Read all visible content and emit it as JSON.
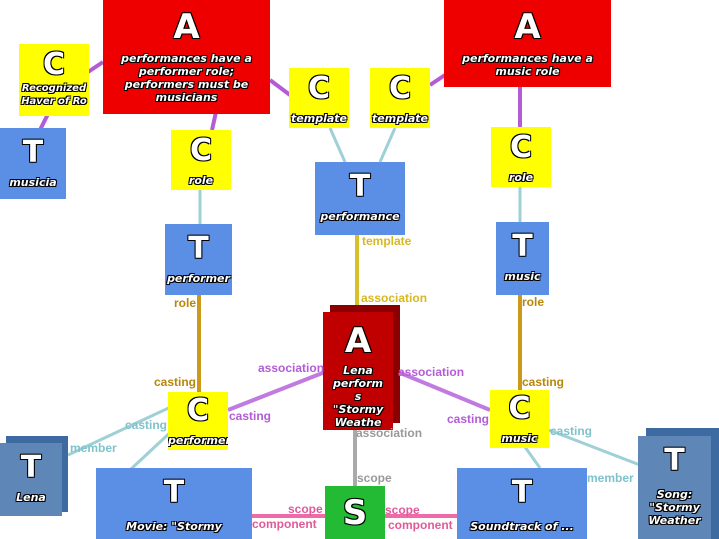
{
  "colors": {
    "association_type": "#ee0000",
    "class": "#ffff00",
    "topic": "#5b8fe6",
    "scope": "#22bb33",
    "line_purple": "#b45cd6",
    "line_teal": "#9fd0d6",
    "line_gold": "#d0a020",
    "line_pink": "#ee6aa8",
    "line_grey": "#999999"
  },
  "nodes": {
    "assoc_left": {
      "letter": "A",
      "label": "performances have a performer role; performers must be musicians"
    },
    "assoc_right": {
      "letter": "A",
      "label": "performances have a music role"
    },
    "class_recognized": {
      "letter": "C",
      "label": "Recognized",
      "label2": "Haver of Ro"
    },
    "topic_musician": {
      "letter": "T",
      "label": "musicia"
    },
    "class_template_1": {
      "letter": "C",
      "label": "template"
    },
    "class_template_2": {
      "letter": "C",
      "label": "template"
    },
    "class_role_left": {
      "letter": "C",
      "label": "role"
    },
    "class_role_right": {
      "letter": "C",
      "label": "role"
    },
    "topic_performance": {
      "letter": "T",
      "label": "performance"
    },
    "topic_performer_role": {
      "letter": "T",
      "label": "performer"
    },
    "topic_music_role": {
      "letter": "T",
      "label": "music"
    },
    "assoc_center": {
      "letter": "A",
      "label": "Lena perform s \"Stormy Weathe r\""
    },
    "class_performer": {
      "letter": "C",
      "label": "performer"
    },
    "class_music": {
      "letter": "C",
      "label": "music"
    },
    "topic_lena": {
      "letter": "T",
      "label": "Lena"
    },
    "topic_movie": {
      "letter": "T",
      "label": "Movie: \"Stormy"
    },
    "scope": {
      "letter": "S"
    },
    "topic_soundtrack": {
      "letter": "T",
      "label": "Soundtrack of ..."
    },
    "topic_song": {
      "letter": "T",
      "label": "Song: \"Stormy Weather"
    }
  },
  "edge_labels": {
    "template_perf": "template",
    "association_vert": "association",
    "role_left": "role",
    "role_right": "role",
    "association_left": "association",
    "association_right": "association",
    "casting_left_top": "casting",
    "casting_left_diag": "casting",
    "casting_left_teal": "casting",
    "casting_right_top": "casting",
    "casting_right_diag": "casting",
    "casting_right_teal": "casting",
    "member_left": "member",
    "member_right": "member",
    "association_scope": "association",
    "scope_vert": "scope",
    "scope_left": "scope",
    "component_left": "component",
    "scope_right": "scope",
    "component_right": "component"
  }
}
